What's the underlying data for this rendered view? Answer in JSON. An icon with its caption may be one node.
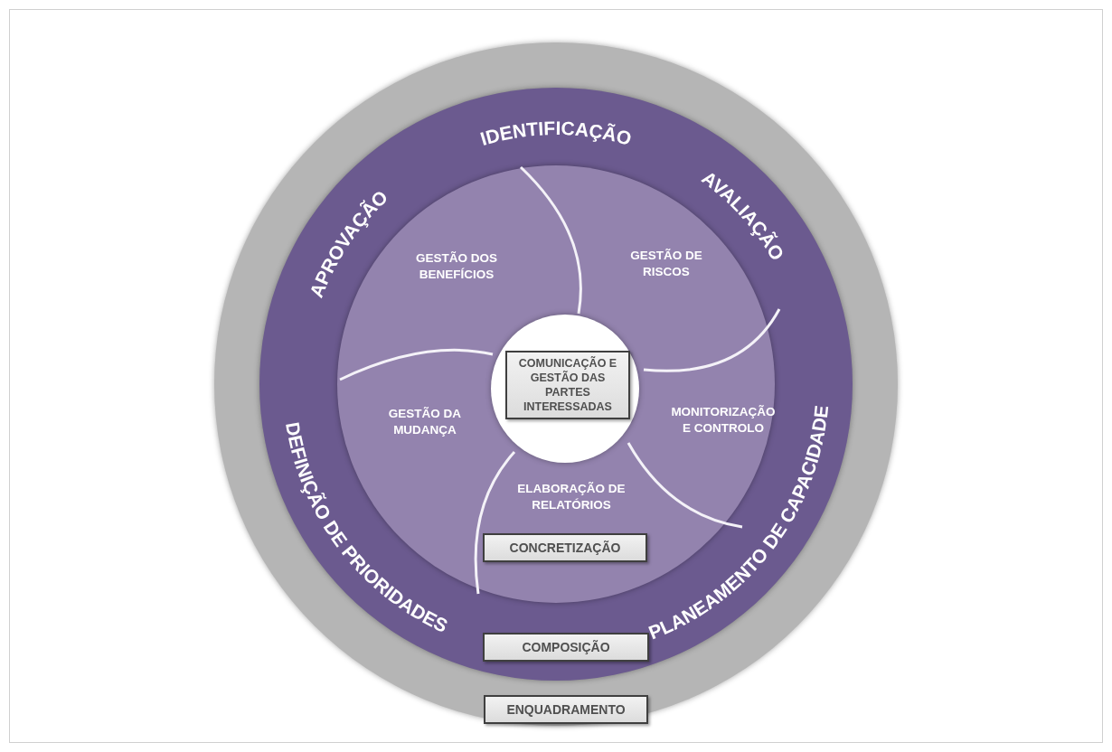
{
  "diagram": {
    "nodes": [
      {
        "text": [
          "ENQUADRAMENTO"
        ]
      },
      {
        "text": [
          "COMPOSIÇÃO"
        ],
        "in": 0
      },
      {
        "text": [
          "CONCRETIZAÇÃO"
        ],
        "in": 1
      },
      {
        "text": [
          "GESTÃO DOS BENEFÍCIOS"
        ],
        "in": 2
      },
      {
        "text": [
          "GESTÃO DE RISCOS"
        ],
        "in": 2
      },
      {
        "text": [
          "GESTÃO DA MUDANÇA"
        ],
        "in": 2
      },
      {
        "text": [
          "MONITORIZAÇÃO E CONTROLO"
        ],
        "in": 2
      },
      {
        "text": [
          "ELABORAÇÃO DE RELATÓRIOS"
        ],
        "in": 2
      },
      {
        "text": [
          "COMUNICAÇÃO E GESTÃO DAS PARTES INTERESSADAS"
        ],
        "in": 2
      }
    ],
    "edges": [],
    "labels": [
      "IDENTIFICAÇÃO",
      "APROVAÇÃO",
      "AVALIAÇÃO",
      "DEFINIÇÃO DE PRIORIDADES",
      "PLANEAMENTO DE CAPACIDADE"
    ]
  }
}
